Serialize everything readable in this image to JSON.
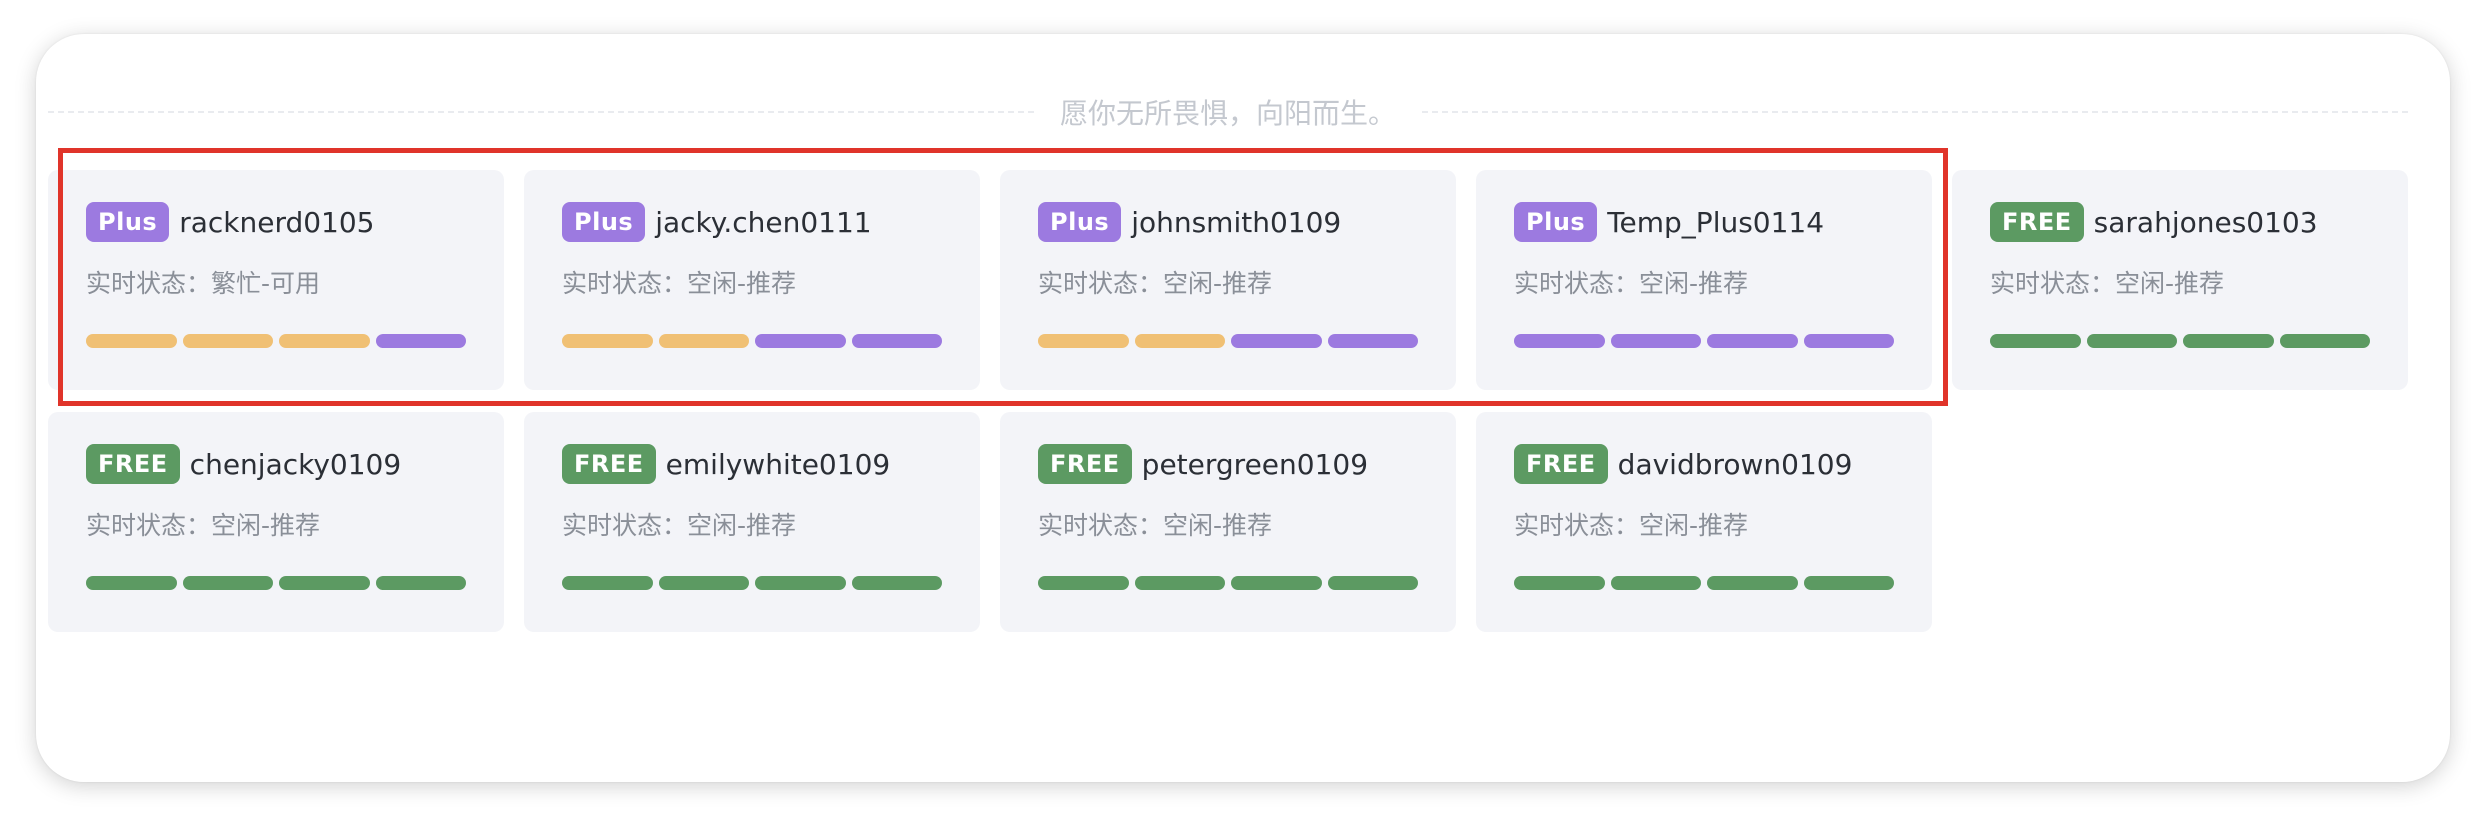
{
  "motto": "愿你无所畏惧，向阳而生。",
  "status_prefix": "实时状态：",
  "colors": {
    "plus": "#9c7ae0",
    "free": "#5c9a62",
    "busy": "#f0c074",
    "highlight": "#e0342a"
  },
  "accounts": [
    {
      "badge": "Plus",
      "type": "plus",
      "name": "racknerd0105",
      "status": "实时状态：繁忙-可用",
      "bars": [
        "busy",
        "busy",
        "busy",
        "plus"
      ]
    },
    {
      "badge": "Plus",
      "type": "plus",
      "name": "jacky.chen0111",
      "status": "实时状态：空闲-推荐",
      "bars": [
        "busy",
        "busy",
        "plus",
        "plus"
      ]
    },
    {
      "badge": "Plus",
      "type": "plus",
      "name": "johnsmith0109",
      "status": "实时状态：空闲-推荐",
      "bars": [
        "busy",
        "busy",
        "plus",
        "plus"
      ]
    },
    {
      "badge": "Plus",
      "type": "plus",
      "name": "Temp_Plus0114",
      "status": "实时状态：空闲-推荐",
      "bars": [
        "plus",
        "plus",
        "plus",
        "plus"
      ]
    },
    {
      "badge": "FREE",
      "type": "free",
      "name": "sarahjones0103",
      "status": "实时状态：空闲-推荐",
      "bars": [
        "free",
        "free",
        "free",
        "free"
      ]
    },
    {
      "badge": "FREE",
      "type": "free",
      "name": "chenjacky0109",
      "status": "实时状态：空闲-推荐",
      "bars": [
        "free",
        "free",
        "free",
        "free"
      ]
    },
    {
      "badge": "FREE",
      "type": "free",
      "name": "emilywhite0109",
      "status": "实时状态：空闲-推荐",
      "bars": [
        "free",
        "free",
        "free",
        "free"
      ]
    },
    {
      "badge": "FREE",
      "type": "free",
      "name": "petergreen0109",
      "status": "实时状态：空闲-推荐",
      "bars": [
        "free",
        "free",
        "free",
        "free"
      ]
    },
    {
      "badge": "FREE",
      "type": "free",
      "name": "davidbrown0109",
      "status": "实时状态：空闲-推荐",
      "bars": [
        "free",
        "free",
        "free",
        "free"
      ]
    }
  ]
}
